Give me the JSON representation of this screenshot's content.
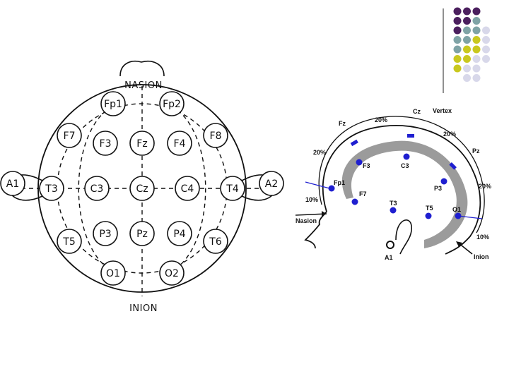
{
  "palette": {
    "purple": "#4b1f5e",
    "teal": "#7fa3a6",
    "olive": "#c9c81e",
    "lavender": "#d8d8ea",
    "electrode_blue": "#1f1fd0",
    "cortex_gray": "#9b9b9b"
  },
  "top_view": {
    "nasion": "NASION",
    "inion": "INION",
    "electrodes": [
      {
        "id": "Fp1",
        "label": "Fp1"
      },
      {
        "id": "Fp2",
        "label": "Fp2"
      },
      {
        "id": "F7",
        "label": "F7"
      },
      {
        "id": "F3",
        "label": "F3"
      },
      {
        "id": "Fz",
        "label": "Fz"
      },
      {
        "id": "F4",
        "label": "F4"
      },
      {
        "id": "F8",
        "label": "F8"
      },
      {
        "id": "A1",
        "label": "A1"
      },
      {
        "id": "T3",
        "label": "T3"
      },
      {
        "id": "C3",
        "label": "C3"
      },
      {
        "id": "Cz",
        "label": "Cz"
      },
      {
        "id": "C4",
        "label": "C4"
      },
      {
        "id": "T4",
        "label": "T4"
      },
      {
        "id": "A2",
        "label": "A2"
      },
      {
        "id": "T5",
        "label": "T5"
      },
      {
        "id": "P3",
        "label": "P3"
      },
      {
        "id": "Pz",
        "label": "Pz"
      },
      {
        "id": "P4",
        "label": "P4"
      },
      {
        "id": "T6",
        "label": "T6"
      },
      {
        "id": "O1",
        "label": "O1"
      },
      {
        "id": "O2",
        "label": "O2"
      }
    ]
  },
  "side_view": {
    "vertex": "Vertex",
    "nasion": "Nasion",
    "inion": "Inion",
    "percent_20": "20%",
    "percent_10": "10%",
    "electrodes": [
      {
        "id": "Fz",
        "label": "Fz"
      },
      {
        "id": "Cz",
        "label": "Cz"
      },
      {
        "id": "Pz",
        "label": "Pz"
      },
      {
        "id": "Fp1",
        "label": "Fp1"
      },
      {
        "id": "F3",
        "label": "F3"
      },
      {
        "id": "C3",
        "label": "C3"
      },
      {
        "id": "P3",
        "label": "P3"
      },
      {
        "id": "F7",
        "label": "F7"
      },
      {
        "id": "T3",
        "label": "T3"
      },
      {
        "id": "T5",
        "label": "T5"
      },
      {
        "id": "O1",
        "label": "O1"
      },
      {
        "id": "A1",
        "label": "A1"
      }
    ]
  }
}
